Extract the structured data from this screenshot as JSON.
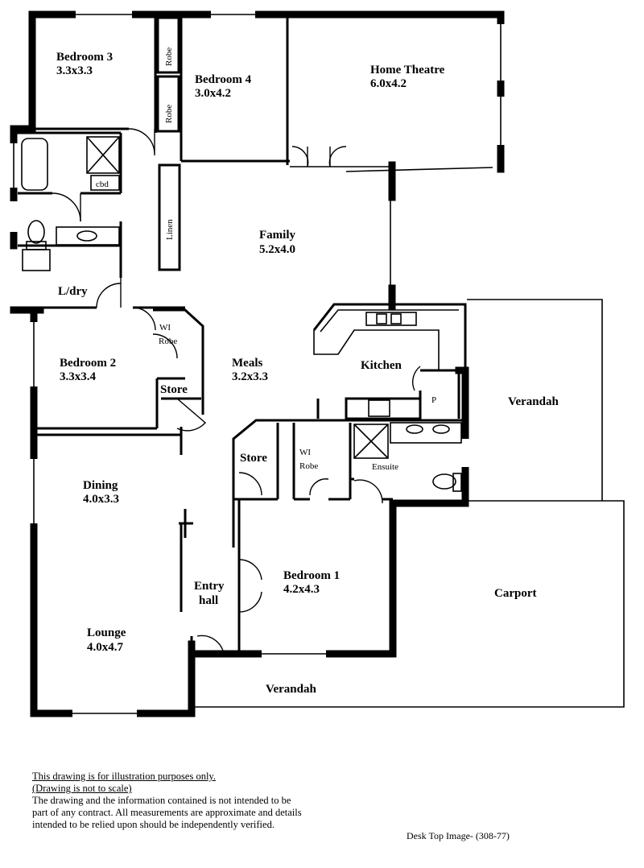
{
  "rooms": {
    "bedroom3": {
      "name": "Bedroom 3",
      "size": "3.3x3.3"
    },
    "bedroom4": {
      "name": "Bedroom 4",
      "size": "3.0x4.2"
    },
    "home_theatre": {
      "name": "Home Theatre",
      "size": "6.0x4.2"
    },
    "family": {
      "name": "Family",
      "size": "5.2x4.0"
    },
    "laundry": {
      "name": "L/dry"
    },
    "bedroom2": {
      "name": "Bedroom 2",
      "size": "3.3x3.4"
    },
    "meals": {
      "name": "Meals",
      "size": "3.2x3.3"
    },
    "kitchen": {
      "name": "Kitchen"
    },
    "verandah_side": {
      "name": "Verandah"
    },
    "dining": {
      "name": "Dining",
      "size": "4.0x3.3"
    },
    "bedroom1": {
      "name": "Bedroom 1",
      "size": "4.2x4.3"
    },
    "entry": {
      "line1": "Entry",
      "line2": "hall"
    },
    "lounge": {
      "name": "Lounge",
      "size": "4.0x4.7"
    },
    "carport": {
      "name": "Carport"
    },
    "verandah_front": {
      "name": "Verandah"
    }
  },
  "fixtures": {
    "robe": "Robe",
    "cbd": "cbd",
    "linen": "Linen",
    "wi": "WI",
    "store": "Store",
    "pantry": "P",
    "ensuite": "Ensuite"
  },
  "disclaimer": {
    "line1": "This drawing is for illustration purposes only.",
    "line2": "(Drawing is not to scale)",
    "body": "The drawing and the information contained is not intended to be part of any contract.  All measurements are approximate and details intended to be relied upon should be independently verified."
  },
  "reference": "Desk Top Image- (308-77)"
}
